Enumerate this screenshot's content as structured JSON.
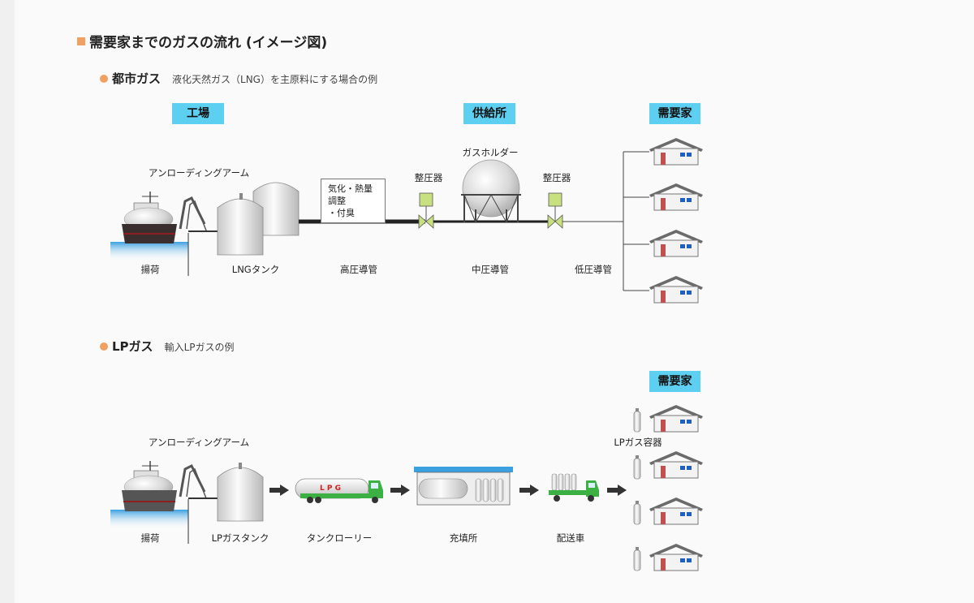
{
  "title": "需要家までのガスの流れ (イメージ図)",
  "city_gas": {
    "heading": "都市ガス",
    "subheading": "液化天然ガス（LNG）を主原料にする場合の例",
    "stages": {
      "factory": "工場",
      "supply": "供給所",
      "consumer": "需要家"
    },
    "labels": {
      "arm": "アンローディングアーム",
      "unloading": "揚荷",
      "tank": "LNGタンク",
      "process": "気化・熱量調整",
      "process2": "・付臭",
      "high_pipe": "高圧導管",
      "regulator1": "整圧器",
      "holder": "ガスホルダー",
      "mid_pipe": "中圧導管",
      "regulator2": "整圧器",
      "low_pipe": "低圧導管"
    }
  },
  "lp_gas": {
    "heading": "LPガス",
    "subheading": "輸入LPガスの例",
    "stages": {
      "consumer": "需要家"
    },
    "labels": {
      "arm": "アンローディングアーム",
      "unloading": "揚荷",
      "tank": "LPガスタンク",
      "lorry": "タンクローリー",
      "lorry_text": "L P G",
      "filling": "充填所",
      "delivery": "配送車",
      "container": "LPガス容器"
    }
  },
  "colors": {
    "accent": "#f0a060",
    "stage_bg": "#5dcff0",
    "ship_hull": "#3a2e2e",
    "water": "#3aa0e0",
    "truck_green": "#3cb043",
    "regulator_green": "#c8e080",
    "roof": "#6b6b6b",
    "door": "#c0504d",
    "window": "#1f5fbf"
  }
}
